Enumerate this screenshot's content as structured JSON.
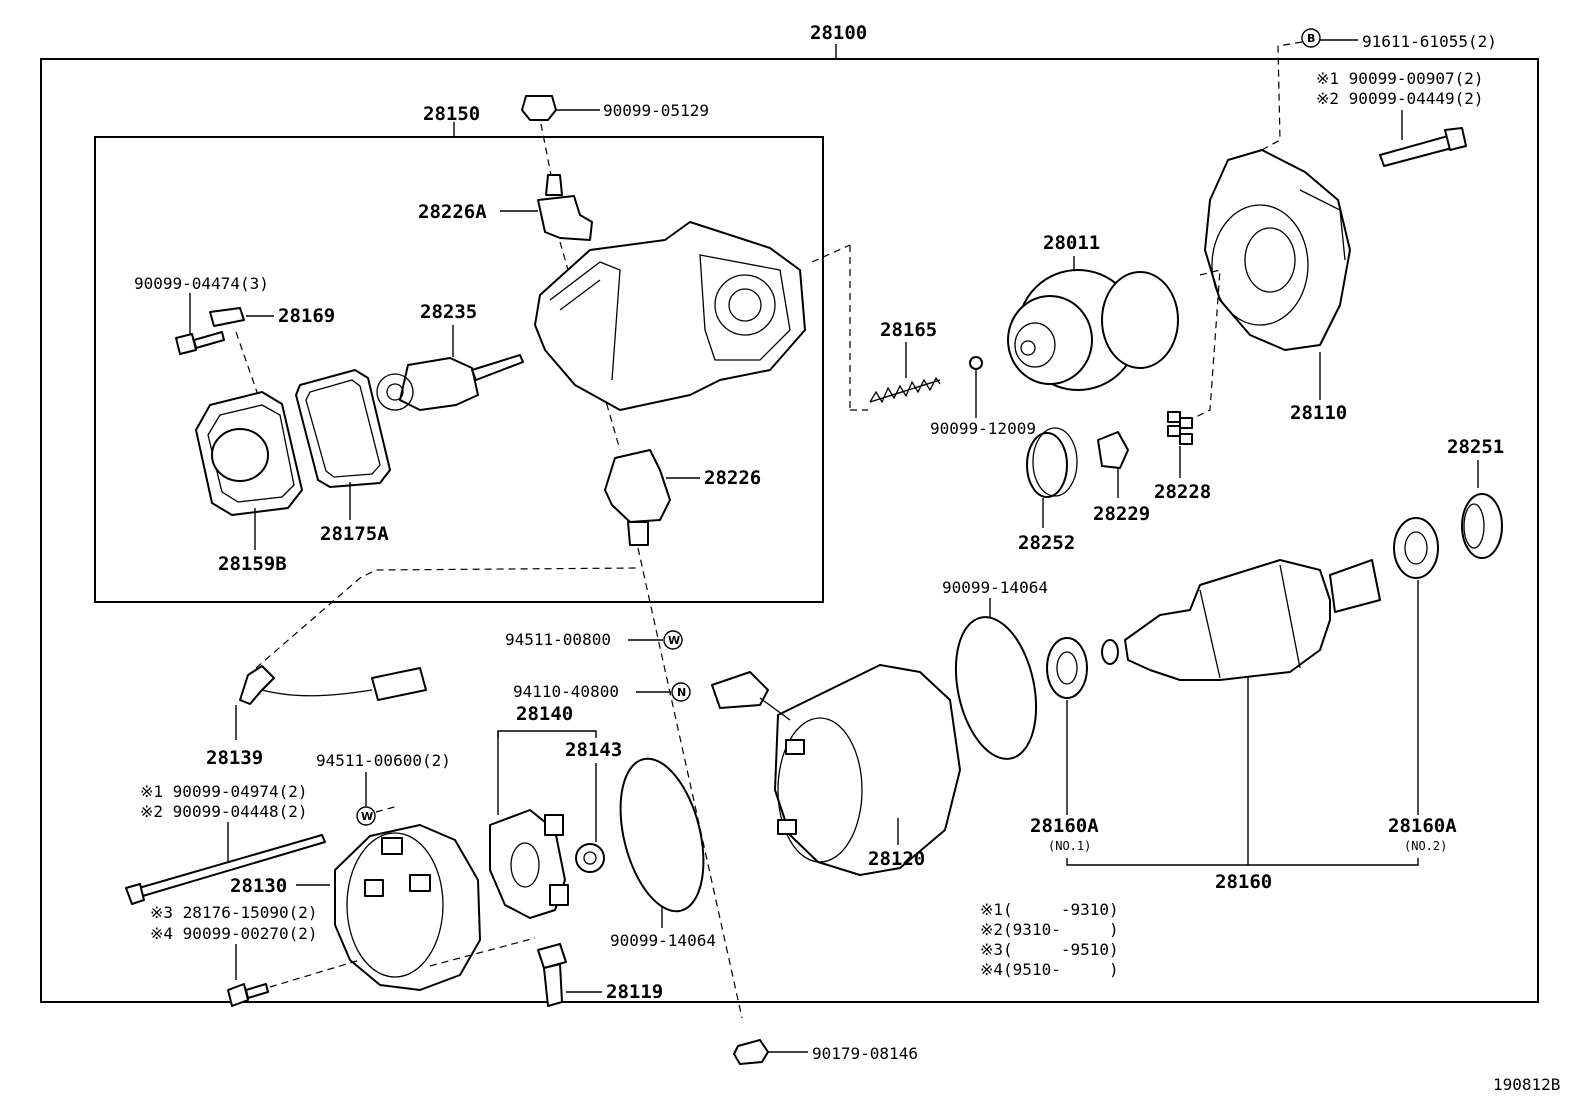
{
  "assembly": "28100",
  "subassembly": "28150",
  "diagram_code": "190812B",
  "labels": {
    "p91611": "91611-61055(2)",
    "note1_top": "※1 90099-00907(2)",
    "note2_top": "※2 90099-04449(2)",
    "p90099_05129": "90099-05129",
    "p28226A": "28226A",
    "p90099_04474": "90099-04474(3)",
    "p28169": "28169",
    "p28235": "28235",
    "p28226": "28226",
    "p28159B": "28159B",
    "p28175A": "28175A",
    "p28165": "28165",
    "p28011": "28011",
    "p90099_12009": "90099-12009",
    "p28252": "28252",
    "p28229": "28229",
    "p28228": "28228",
    "p28110": "28110",
    "p28251": "28251",
    "p90099_14064_a": "90099-14064",
    "p94511_00800": "94511-00800",
    "p94110_40800": "94110-40800",
    "p28140": "28140",
    "p28143": "28143",
    "p28139": "28139",
    "p94511_00600": "94511-00600(2)",
    "note1_left": "※1 90099-04974(2)",
    "note2_left": "※2 90099-04448(2)",
    "p28130": "28130",
    "note3_left": "※3 28176-15090(2)",
    "note4_left": "※4 90099-00270(2)",
    "p28119": "28119",
    "p90099_14064_b": "90099-14064",
    "p28120": "28120",
    "p28160A_1": "28160A",
    "no1": "(NO.1)",
    "p28160A_2": "28160A",
    "no2": "(NO.2)",
    "p28160": "28160",
    "p90179_08146": "90179-08146"
  },
  "badges": {
    "b_top": "B",
    "w_mid": "W",
    "n_mid": "N",
    "w_left": "W"
  },
  "footnotes": [
    "※1(     -9310)",
    "※2(9310-     )",
    "※3(     -9510)",
    "※4(9510-     )"
  ]
}
